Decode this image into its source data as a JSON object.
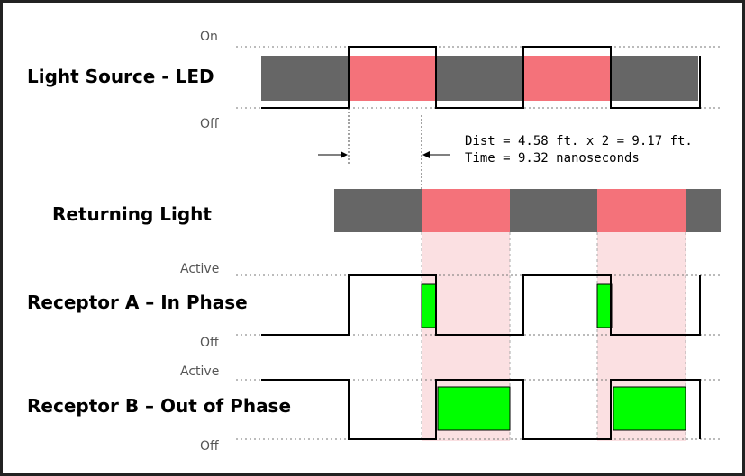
{
  "rows": {
    "led": {
      "label": "Light Source - LED",
      "level_on": "On",
      "level_off": "Off"
    },
    "returning": {
      "label": "Returning Light"
    },
    "receptor_a": {
      "label": "Receptor A – In Phase",
      "level_active": "Active",
      "level_off": "Off"
    },
    "receptor_b": {
      "label": "Receptor B – Out of Phase",
      "level_active": "Active",
      "level_off": "Off"
    }
  },
  "annotation": {
    "distance": "Dist = 4.58 ft. x 2 = 9.17 ft.",
    "time": "Time = 9.32 nanoseconds"
  },
  "colors": {
    "light_off": "#666666",
    "light_on": "#f4727a",
    "shade": "#fbe0e2",
    "charge": "#00ff00",
    "dotted": "#777777",
    "border": "#222222"
  }
}
